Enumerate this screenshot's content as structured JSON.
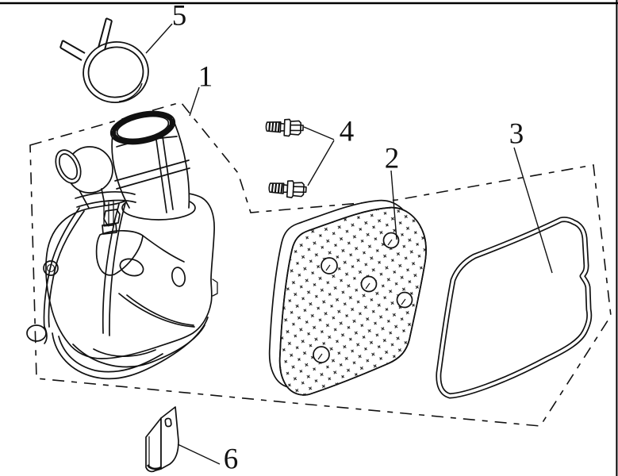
{
  "figure": {
    "type": "exploded-parts-line-diagram",
    "colors": {
      "ink": "#111111",
      "background": "#ffffff",
      "frame": "#000000"
    },
    "callouts": [
      {
        "text": "1"
      },
      {
        "text": "2"
      },
      {
        "text": "3"
      },
      {
        "text": "4"
      },
      {
        "text": "5"
      },
      {
        "text": "6"
      }
    ]
  }
}
